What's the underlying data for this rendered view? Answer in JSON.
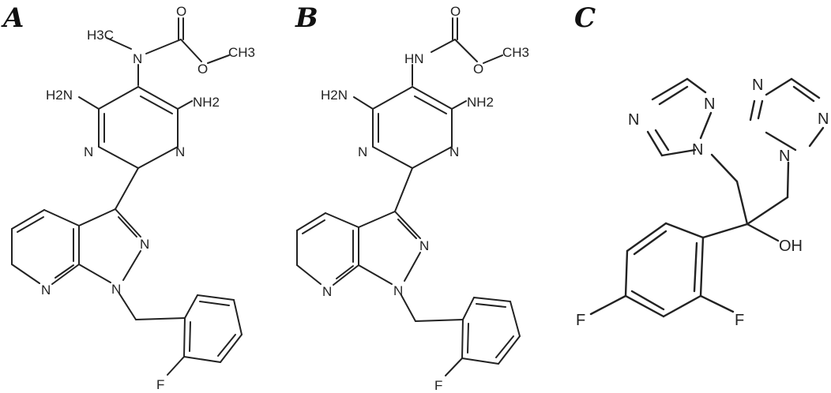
{
  "panels": [
    {
      "label": "A",
      "atoms": {
        "n_methyl": "N",
        "h3c": "H3C",
        "o_carbonyl": "O",
        "o_ester": "O",
        "ch3": "CH3",
        "nh2_left": "H2N",
        "nh2_right": "NH2",
        "n_pyr_left": "N",
        "n_pyr_right": "N",
        "n_pyrazole2": "N",
        "n_pyrazole1": "N",
        "n_pyridine": "N",
        "f": "F"
      }
    },
    {
      "label": "B",
      "atoms": {
        "hn": "HN",
        "o_carbonyl": "O",
        "o_ester": "O",
        "ch3": "CH3",
        "nh2_left": "H2N",
        "nh2_right": "NH2",
        "n_pyr_left": "N",
        "n_pyr_right": "N",
        "n_pyrazole2": "N",
        "n_pyrazole1": "N",
        "n_pyridine": "N",
        "f": "F"
      }
    },
    {
      "label": "C",
      "atoms": {
        "tz1_n4": "N",
        "tz1_n2": "N",
        "tz1_n1": "N",
        "tz2_n4": "N",
        "tz2_n2": "N",
        "tz2_n1": "N",
        "oh": "OH",
        "f_para": "F",
        "f_ortho": "F"
      }
    }
  ]
}
